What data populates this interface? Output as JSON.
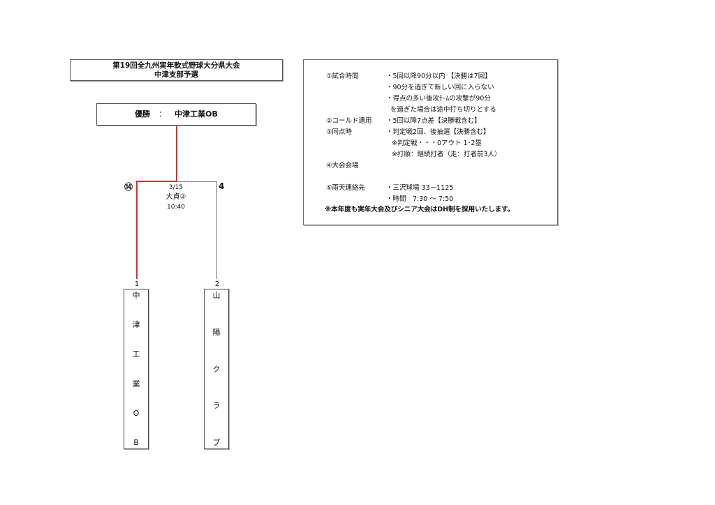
{
  "header": {
    "title_line1": "第19回全九州実年軟式野球大分県大会",
    "title_line2": "中津支部予選"
  },
  "winner": {
    "label": "優勝",
    "separator": "：",
    "team": "中津工業OB"
  },
  "bracket": {
    "match": {
      "date": "3/15",
      "venue": "大貞②",
      "time": "10:40",
      "left_score": "⑭",
      "right_score": "4",
      "winner_color": "#e8262a",
      "loser_color": "#7a7a7a"
    },
    "teams": [
      {
        "seed": "1",
        "name_chars": [
          "中",
          "津",
          "工",
          "業",
          "O",
          "B"
        ]
      },
      {
        "seed": "2",
        "name_chars": [
          "山",
          "陽",
          "ク",
          "ラ",
          "ブ"
        ]
      }
    ]
  },
  "rules": {
    "items": [
      {
        "label": "①試合時間",
        "lines": [
          "・5回以降90分以内 【決勝は7回】",
          "・90分を過ぎて新しい回に入らない",
          "・得点の多い後攻ﾁｰﾑの攻撃が90分",
          "を過ぎた場合は途中打ち切りとする"
        ]
      },
      {
        "label": "②コールド適用",
        "lines": [
          "・5回以降7点差【決勝戦含む】"
        ]
      },
      {
        "label": "③同点時",
        "lines": [
          "・判定戦2回、後抽選【決勝含む】",
          "※判定戦・・・0アウト 1･2塁",
          "※打順：継続打者（走：打者前3人）"
        ]
      },
      {
        "label": "④大会会場",
        "lines": []
      },
      {
        "label": "⑤雨天連絡先",
        "lines": [
          "・三沢球場 33－1125",
          "・時間　7:30 ～ 7:50"
        ]
      }
    ],
    "note": "※本年度も実年大会及びシニア大会はDH制を採用いたします。"
  }
}
